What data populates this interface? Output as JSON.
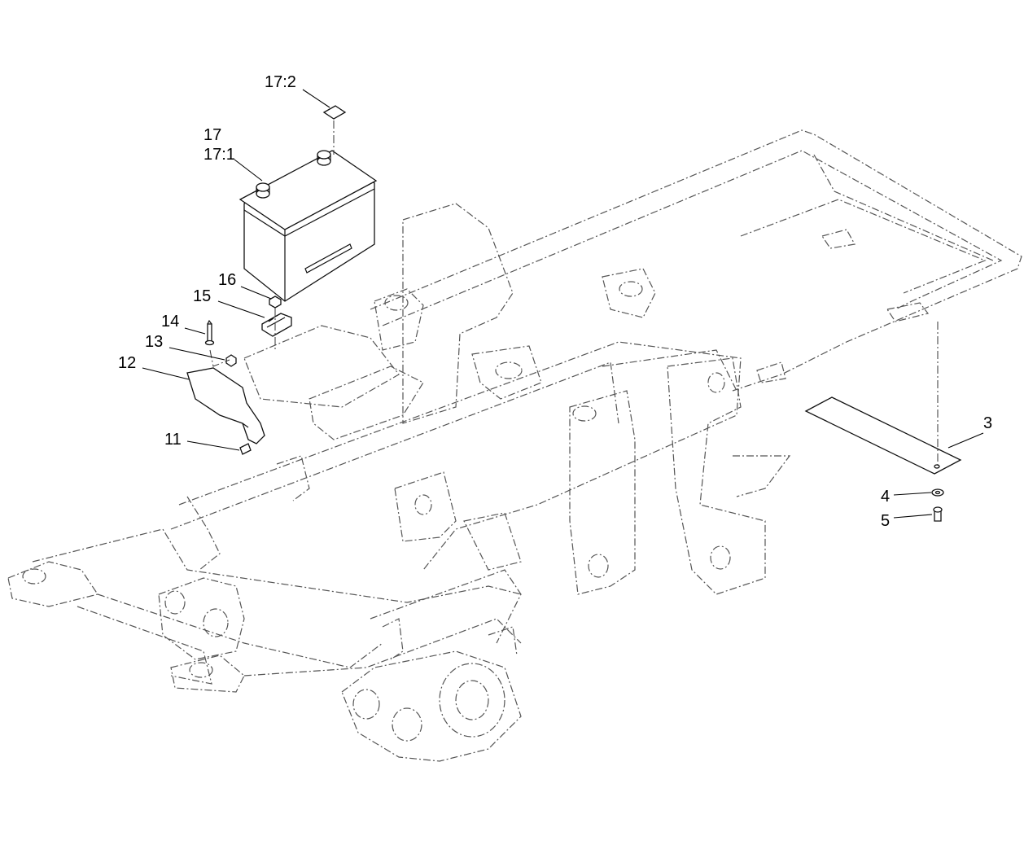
{
  "callouts": {
    "c17_2": "17:2",
    "c17": "17",
    "c17_1": "17:1",
    "c16": "16",
    "c15": "15",
    "c14": "14",
    "c13": "13",
    "c12": "12",
    "c11": "11",
    "c3": "3",
    "c4": "4",
    "c5": "5"
  }
}
